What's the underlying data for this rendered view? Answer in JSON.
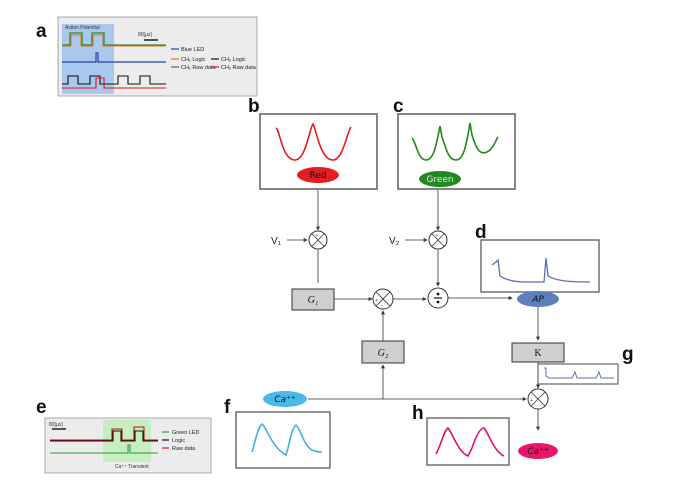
{
  "panels": {
    "a": "a",
    "b": "b",
    "c": "c",
    "d": "d",
    "e": "e",
    "f": "f",
    "g": "g",
    "h": "h"
  },
  "panel_a": {
    "title": "Action Potential",
    "scale": "80[µs]",
    "legend": {
      "blue_led": "Blue LED",
      "ch1_logic": "CH₁ Logic",
      "ch2_logic": "CH₂ Logic",
      "ch1_raw": "CH₁ Raw data",
      "ch2_raw": "CH₂ Raw data"
    }
  },
  "panel_e": {
    "scale": "80[µs]",
    "caption": "Ca⁺⁺ Transient",
    "legend": {
      "green_led": "Green LED",
      "logic": "Logic",
      "raw": "Raw data"
    }
  },
  "ovals": {
    "red": "Red",
    "green": "Green",
    "ap": "AP",
    "ca_in": "Ca⁺⁺",
    "ca_out": "Ca⁺⁺"
  },
  "inputs": {
    "v1": "V₁",
    "v2": "V₂"
  },
  "boxes": {
    "g1": "G₁",
    "g2": "G₂",
    "k": "K"
  },
  "colors": {
    "red_trace": "#e8191f",
    "green_trace": "#1f8a1f",
    "blue_trace": "#5b6fb8",
    "cyan_trace": "#43b2e0",
    "magenta_trace": "#d8117a",
    "red_oval": "#e41d22",
    "green_oval": "#1f8a1f",
    "ap_oval": "#5e7fbe",
    "ca_oval_in": "#4ab8e8",
    "ca_oval_out": "#e8176a"
  }
}
